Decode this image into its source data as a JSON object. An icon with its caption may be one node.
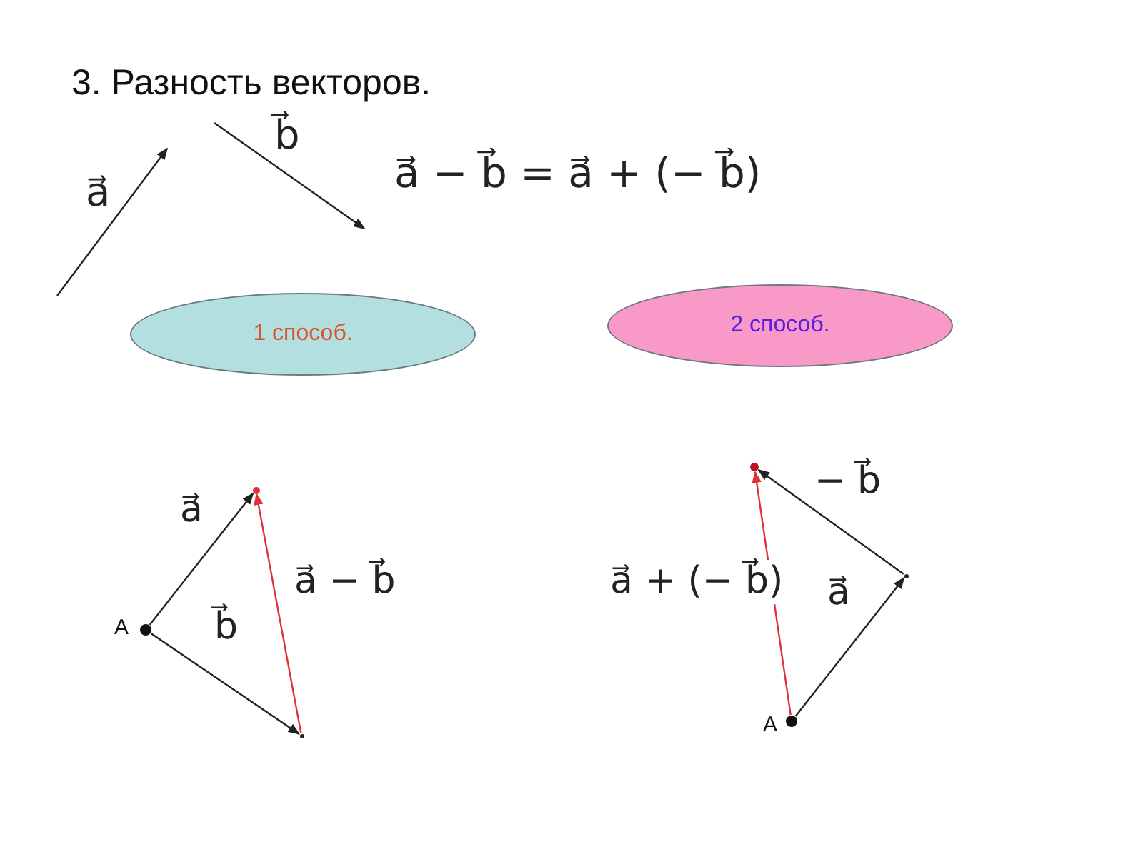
{
  "diagram": {
    "title": "3. Разность векторов.",
    "nodes": [
      {
        "text": [
          "1 способ."
        ]
      },
      {
        "text": [
          "2 способ."
        ]
      },
      {
        "text": [
          "A"
        ]
      },
      {
        "text": [],
        "shape": "circle"
      },
      {
        "text": [],
        "shape": "circle"
      },
      {
        "text": [],
        "shape": "circle"
      },
      {
        "text": [],
        "shape": "circle"
      },
      {
        "text": [
          "A"
        ]
      }
    ],
    "edges": [
      {
        "from": 2,
        "to": 3,
        "arrow": "to",
        "label": "a⃗"
      },
      {
        "from": 2,
        "to": 4,
        "arrow": "to",
        "label": "b⃗"
      },
      {
        "from": 4,
        "to": 3,
        "arrow": "to",
        "label": "a⃗ − b⃗",
        "color": "#e0303a"
      },
      {
        "from": 7,
        "to": 6,
        "arrow": "to",
        "label": "a⃗"
      },
      {
        "from": 6,
        "to": 5,
        "arrow": "to",
        "label": "− b⃗"
      },
      {
        "from": 7,
        "to": 5,
        "arrow": "to",
        "label": "a⃗ + (− b⃗)",
        "color": "#e0303a"
      }
    ],
    "labels": [
      "a⃗",
      "b⃗",
      "a⃗ − b⃗ = a⃗ + (− b⃗)"
    ]
  }
}
